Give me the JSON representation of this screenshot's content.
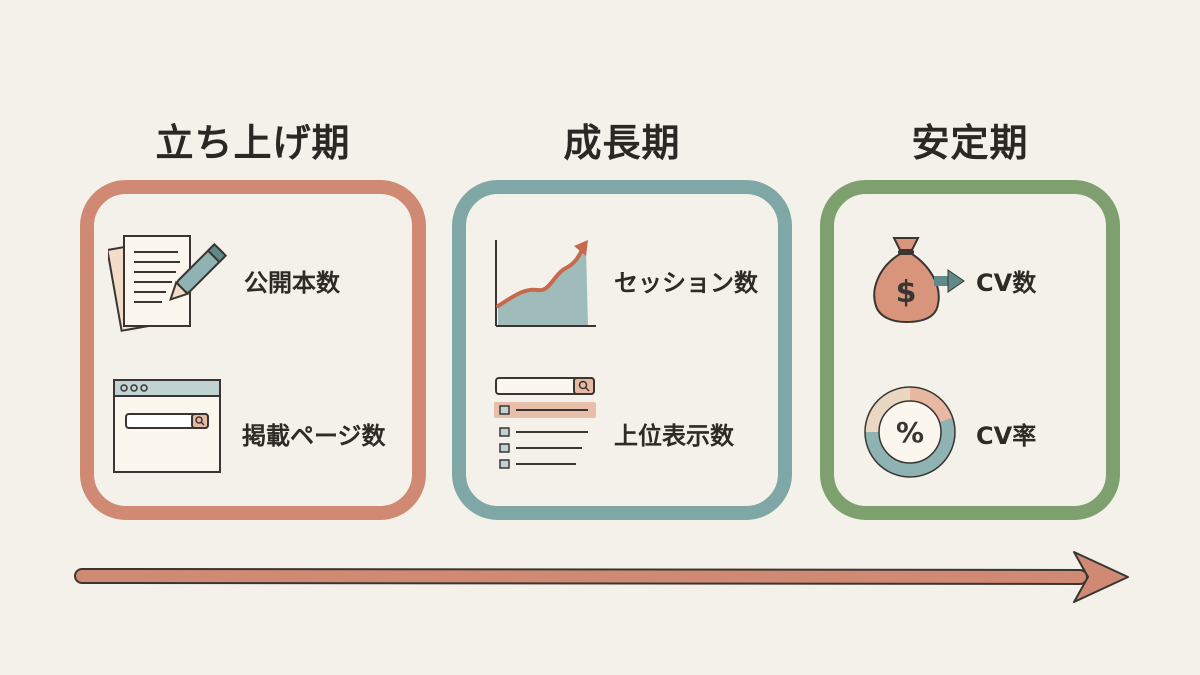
{
  "stages": [
    {
      "title": "立ち上げ期",
      "accent": "#d08a73",
      "metrics": [
        {
          "label": "公開本数",
          "icon": "document-pen-icon"
        },
        {
          "label": "掲載ページ数",
          "icon": "browser-search-window-icon"
        }
      ]
    },
    {
      "title": "成長期",
      "accent": "#7fa7a6",
      "metrics": [
        {
          "label": "セッション数",
          "icon": "growth-chart-icon"
        },
        {
          "label": "上位表示数",
          "icon": "search-results-list-icon"
        }
      ]
    },
    {
      "title": "安定期",
      "accent": "#7ea06f",
      "metrics": [
        {
          "label": "CV数",
          "icon": "money-bag-arrow-icon"
        },
        {
          "label": "CV率",
          "icon": "percent-donut-icon"
        }
      ]
    }
  ],
  "timeline": {
    "icon": "timeline-arrow-icon",
    "color": "#d08a73"
  }
}
